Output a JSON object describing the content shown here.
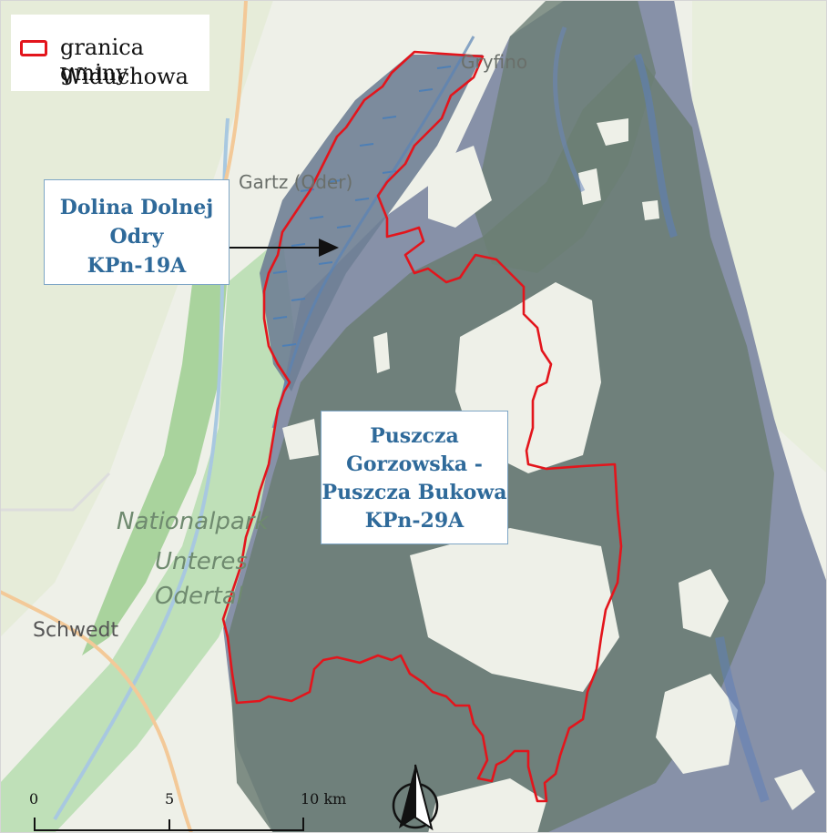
{
  "legend": {
    "line1": "granica gminy",
    "line2": "Widuchowa",
    "boundary_color": "#e3151c"
  },
  "callouts": {
    "dolina": {
      "line1": "Dolina Dolnej",
      "line2": "Odry",
      "line3": "KPn-19A"
    },
    "puszcza": {
      "line1": "Puszcza",
      "line2": "Gorzowska -",
      "line3": "Puszcza Bukowa",
      "line4": "KPn-29A"
    }
  },
  "basemap_labels": {
    "gryfino": "Gryfino",
    "gartz": "Gartz (Oder)",
    "np1": "Nationalpark",
    "np2": "Unteres",
    "np3": "Odertal",
    "schwedt": "Schwedt"
  },
  "scalebar": {
    "t0": "0",
    "t1": "5",
    "t2": "10 km"
  },
  "north_arrow": {
    "icon": "north-arrow-icon"
  },
  "colors": {
    "protected_area": "#7f8fa6",
    "forest": "#6a8070",
    "boundary": "#e3151c",
    "callout_text": "#2f6a9a"
  }
}
